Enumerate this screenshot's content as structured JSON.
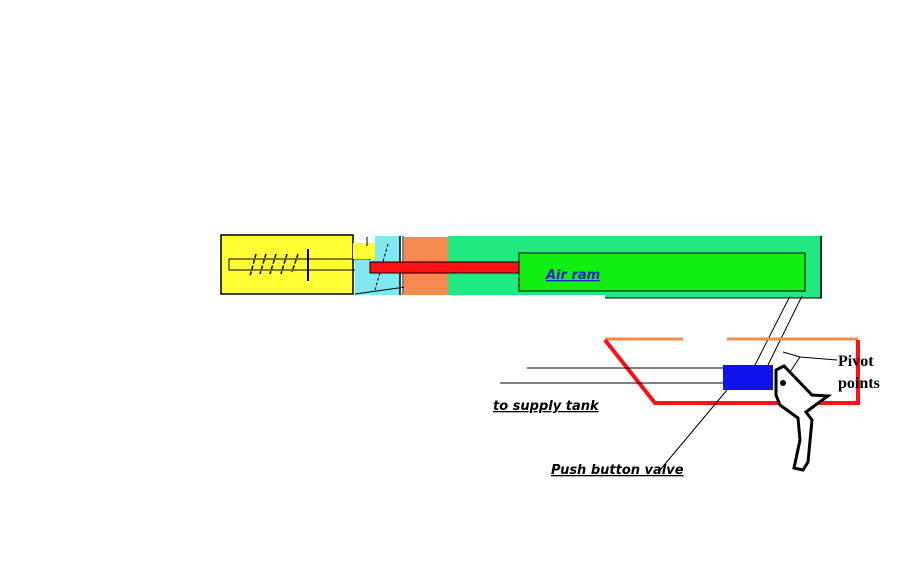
{
  "labels": {
    "air_ram": "Air ram",
    "supply_tank": "to supply tank",
    "push_button_valve": "Push button valve",
    "pivot_line1": "Pivot",
    "pivot_line2": "points"
  },
  "colors": {
    "yellow": "#ffff33",
    "cyan": "#80e8f0",
    "orange": "#f58a4e",
    "green": "#22e882",
    "ram_green": "#11ee11",
    "red": "#ff1111",
    "blue": "#1111ee",
    "label_blue": "#2222cc"
  }
}
